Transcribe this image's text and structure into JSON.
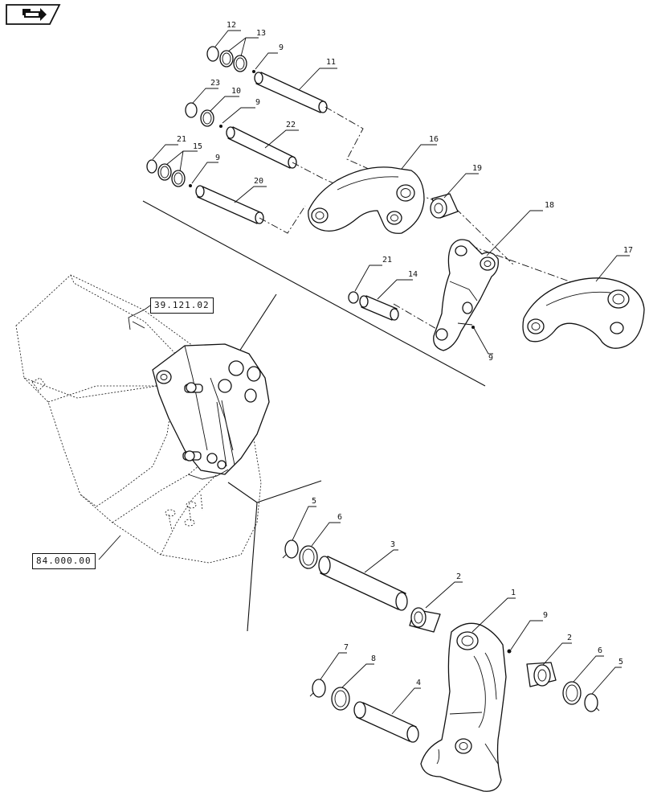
{
  "references": {
    "ref_upper": "39.121.02",
    "ref_lower": "84.000.00"
  },
  "callouts": {
    "c12": "12",
    "c13": "13",
    "c9a": "9",
    "c11": "11",
    "c23": "23",
    "c10": "10",
    "c9b": "9",
    "c22": "22",
    "c21a": "21",
    "c15": "15",
    "c9c": "9",
    "c20": "20",
    "c16": "16",
    "c19": "19",
    "c18": "18",
    "c17": "17",
    "c21b": "21",
    "c14": "14",
    "c9d": "9",
    "c5a": "5",
    "c6a": "6",
    "c3": "3",
    "c2a": "2",
    "c1": "1",
    "c9e": "9",
    "c2b": "2",
    "c6b": "6",
    "c5b": "5",
    "c7": "7",
    "c8": "8",
    "c4": "4"
  },
  "icons": {
    "nav_icon": "navigate-back-icon"
  }
}
